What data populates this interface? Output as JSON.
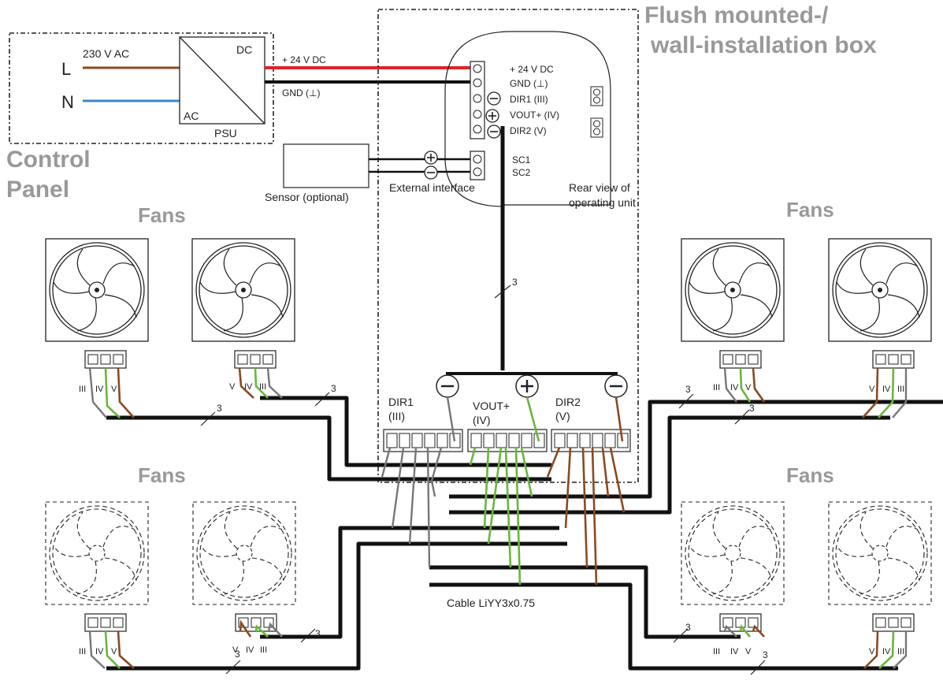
{
  "labels": {
    "box_title_1": "Flush mounted-/",
    "box_title_2": "wall-installation box",
    "control_1": "Control",
    "control_2": "Panel",
    "l": "L",
    "n": "N",
    "ac_in": "230 V AC",
    "dc": "DC",
    "ac": "AC",
    "psu": "PSU",
    "plus24_wire": "+ 24 V DC",
    "gnd_wire": "GND (⊥)",
    "sensor": "Sensor (optional)",
    "external": "External interface",
    "rear_1": "Rear view of",
    "rear_2": "operating unit",
    "cable": "Cable LiYY3x0.75",
    "fans": "Fans",
    "count3": "3"
  },
  "operating_unit_terminals": [
    "+ 24 V DC",
    "GND (⊥)",
    "DIR1 (III)",
    "VOUT+ (IV)",
    "DIR2 (V)"
  ],
  "sensor_terminals": [
    "SC1",
    "SC2"
  ],
  "bus": {
    "dir1_1": "DIR1",
    "dir1_2": "(III)",
    "vout_1": "VOUT+",
    "vout_2": "(IV)",
    "dir2_1": "DIR2",
    "dir2_2": "(V)"
  },
  "fan_pins_a": [
    "III",
    "IV",
    "V"
  ],
  "fan_pins_b": [
    "V",
    "IV",
    "III"
  ],
  "colors": {
    "plus24": "#e3212b",
    "ac_l": "#8a4a22",
    "ac_n": "#3a87c8",
    "green": "#6ab63a",
    "brown": "#8a4a22",
    "grey_label": "#999999"
  }
}
